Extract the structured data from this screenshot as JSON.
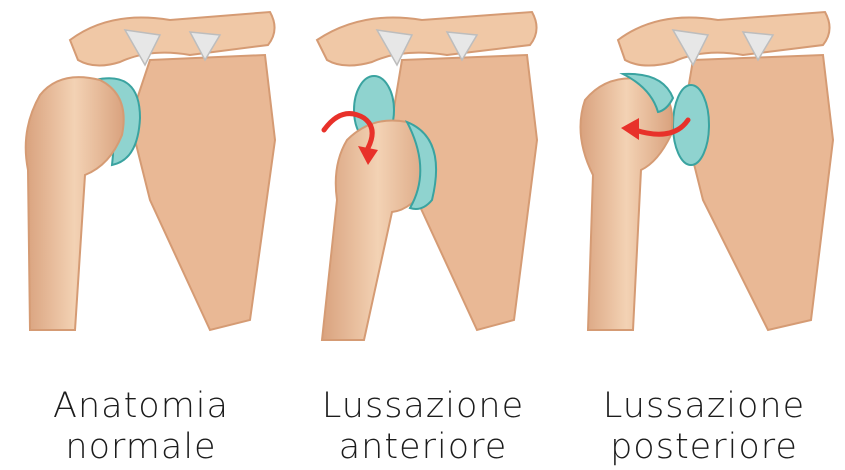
{
  "panels": [
    {
      "id": "normal",
      "title_line1": "Anatomia",
      "title_line2": "normale"
    },
    {
      "id": "anterior",
      "title_line1": "Lussazione",
      "title_line2": "anteriore"
    },
    {
      "id": "posterior",
      "title_line1": "Lussazione",
      "title_line2": "posteriore"
    }
  ],
  "colors": {
    "bone": "#f0c8a6",
    "bone_shadow": "#d9a27e",
    "cartilage": "#8fd3cf",
    "cartilage_dark": "#3aa3a0",
    "ligament": "#e7e7e7",
    "arrow": "#e8312a"
  }
}
